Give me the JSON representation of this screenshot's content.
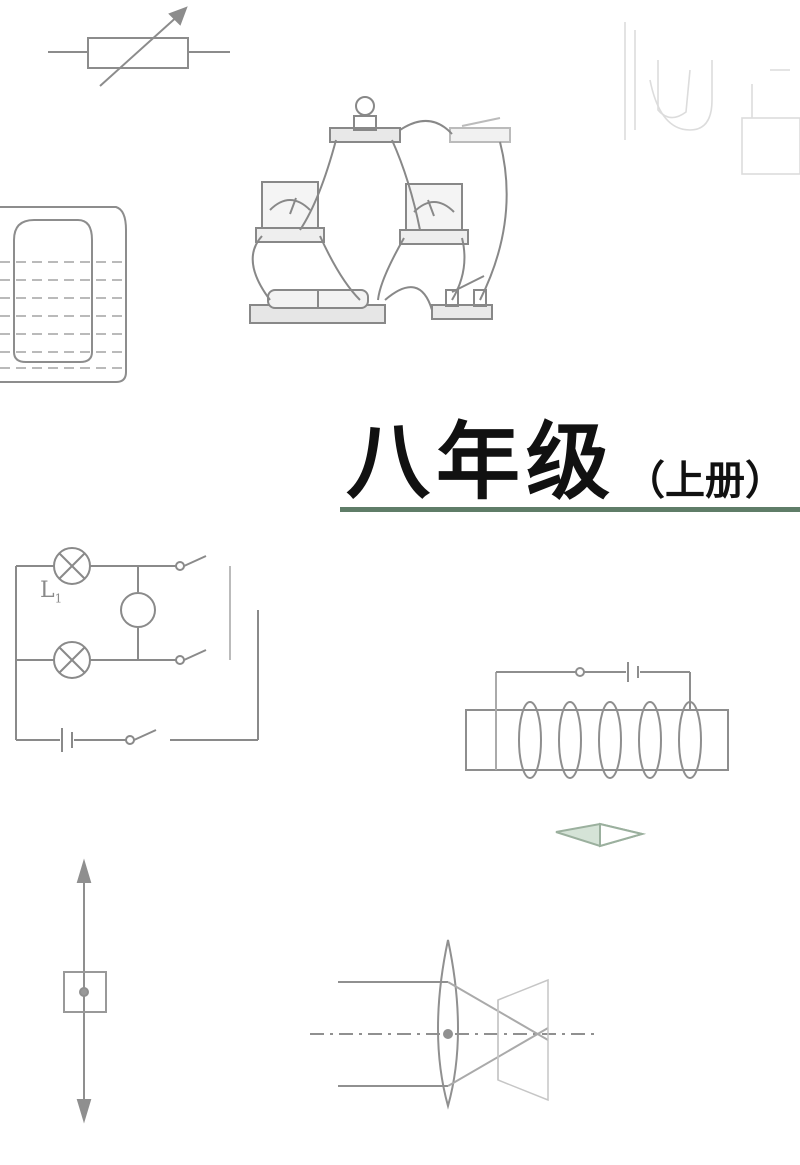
{
  "cover": {
    "grade_title": "八年级",
    "volume": "（上册）",
    "accent_color": "#5f7d68"
  },
  "illustrations": [
    {
      "name": "rheostat-symbol"
    },
    {
      "name": "circuit-apparatus-with-meters"
    },
    {
      "name": "beaker-with-test-tube"
    },
    {
      "name": "test-tube-rack"
    },
    {
      "name": "parallel-circuit-diagram",
      "labels": [
        "L",
        "1"
      ]
    },
    {
      "name": "solenoid-coil"
    },
    {
      "name": "arrow-pointer"
    },
    {
      "name": "vertical-arrow-with-block"
    },
    {
      "name": "convex-lens-ray-diagram"
    }
  ],
  "circuit_labels": {
    "lamp1_letter": "L",
    "lamp1_index": "1"
  }
}
